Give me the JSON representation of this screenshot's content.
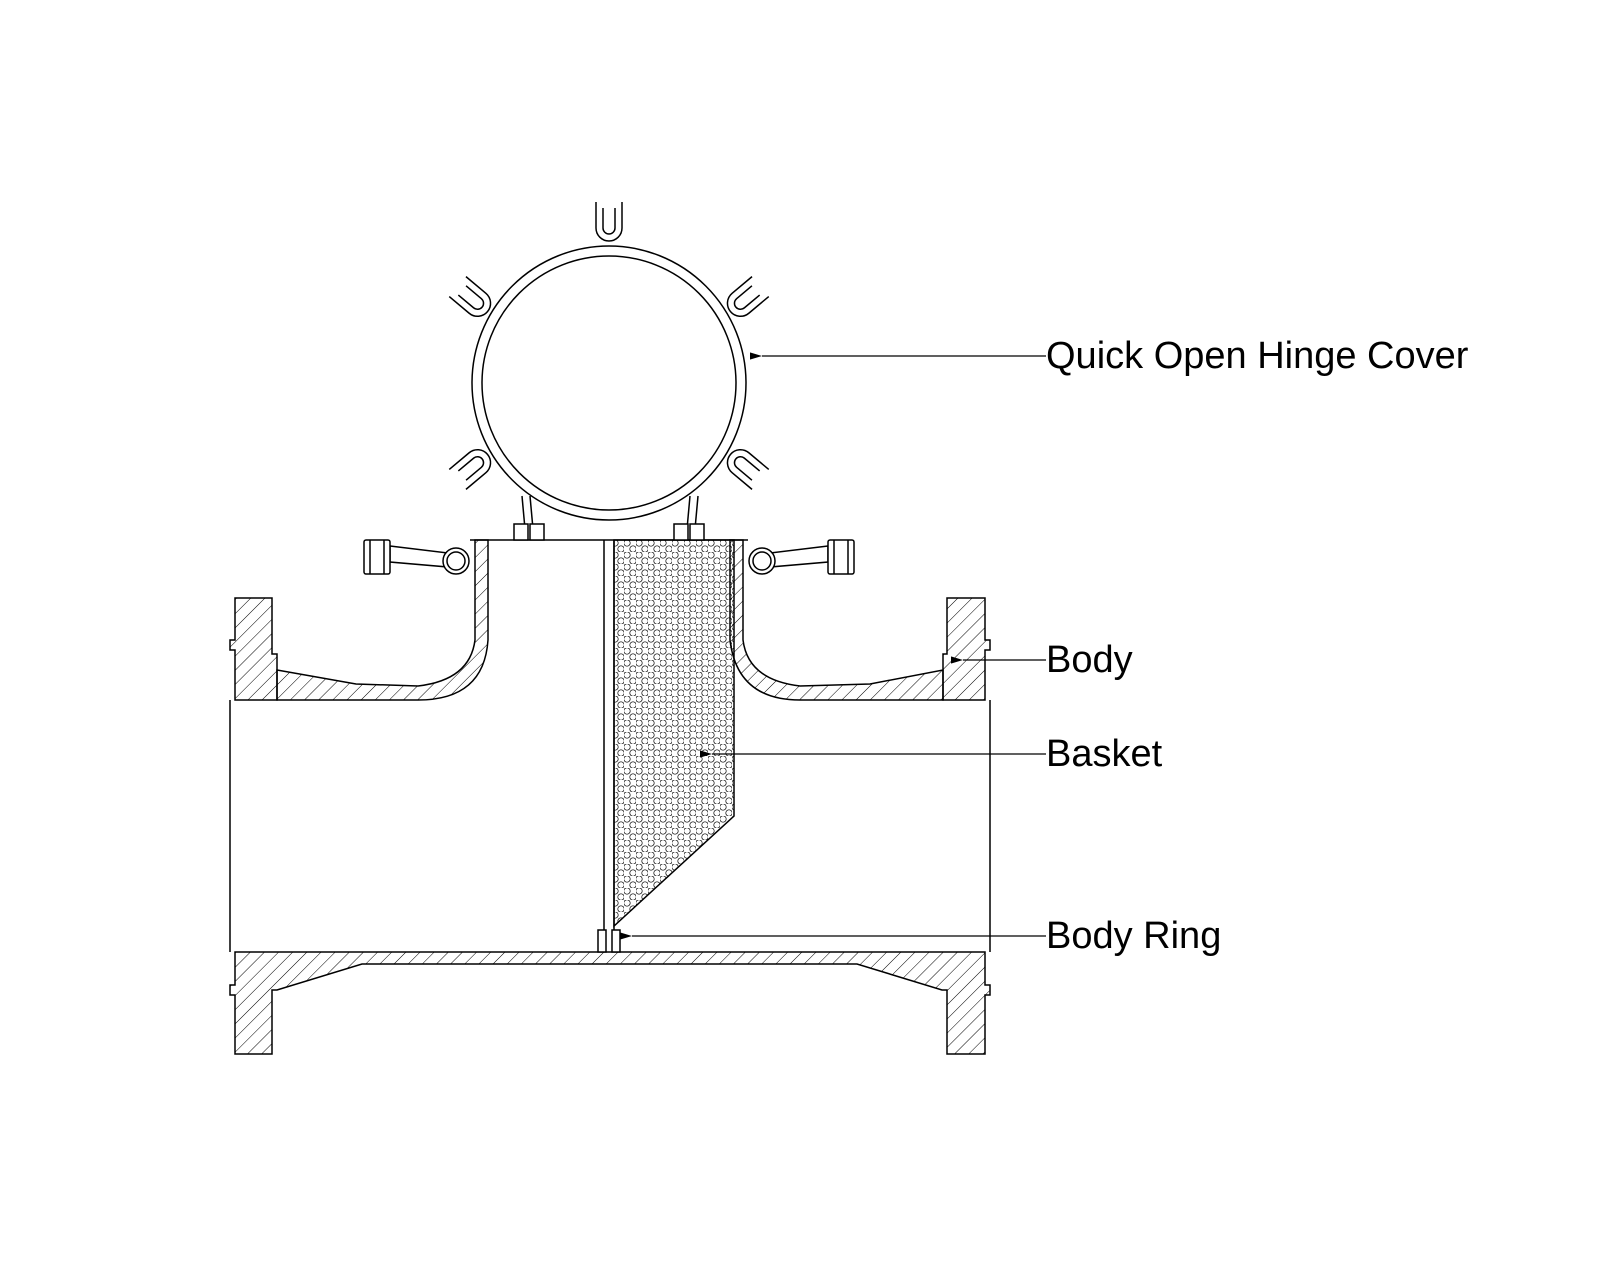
{
  "colors": {
    "line": "#000000",
    "background": "#ffffff"
  },
  "labels": {
    "cover": "Quick Open Hinge Cover",
    "body": "Body",
    "basket": "Basket",
    "body_ring": "Body Ring"
  }
}
